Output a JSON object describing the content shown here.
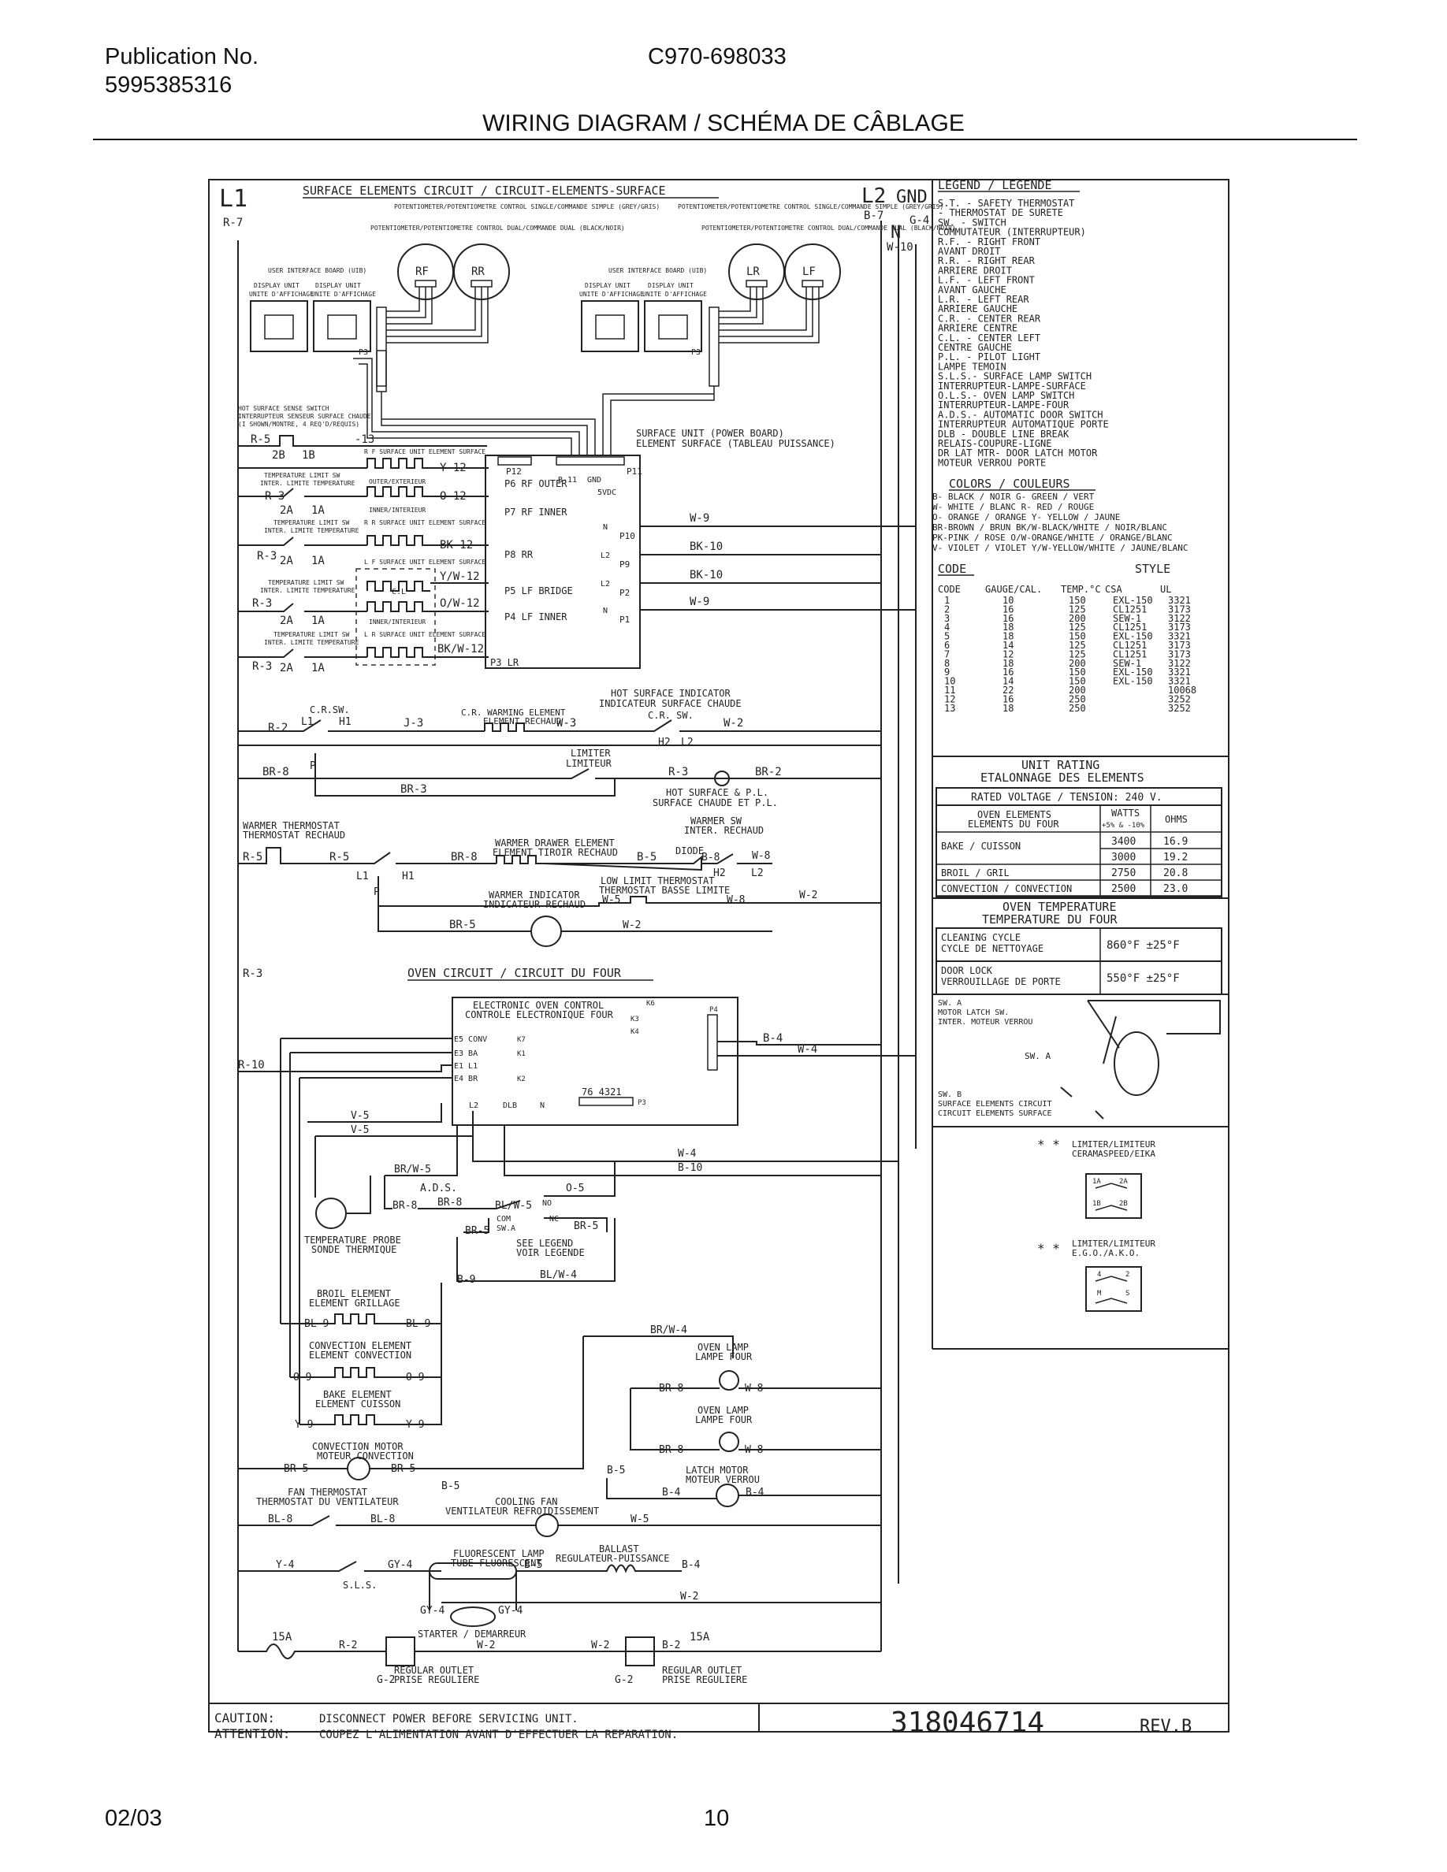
{
  "header": {
    "publication_label": "Publication No.",
    "publication_number": "5995385316",
    "model": "C970-698033",
    "title": "WIRING DIAGRAM / SCHÉMA DE CÂBLAGE"
  },
  "footer": {
    "date": "02/03",
    "page": "10"
  },
  "diagram": {
    "l1": "L1",
    "l2": "L2",
    "gnd": "GND",
    "n": "N",
    "r7": "R-7",
    "b7": "B-7",
    "g4": "G-4",
    "w10": "W-10",
    "surface_title": "SURFACE ELEMENTS CIRCUIT / CIRCUIT-ELEMENTS-SURFACE",
    "pot_single": "POTENTIOMETER/POTENTIOMETRE CONTROL SINGLE/COMMANDE SIMPLE (GREY/GRIS)",
    "pot_dual": "POTENTIOMETER/POTENTIOMETRE CONTROL DUAL/COMMANDE DUAL (BLACK/NOIR)",
    "uib": "USER INTERFACE BOARD (UIB)",
    "display_unit": "DISPLAY UNIT",
    "unite_affichage": "UNITE D'AFFICHAGE",
    "knob_rf": "RF",
    "knob_rr": "RR",
    "knob_lr": "LR",
    "knob_lf": "LF",
    "p3": "P3",
    "hot_sense": "HOT SURFACE SENSE SWITCH",
    "hot_sense_fr": "INTERRUPTEUR SENSEUR SURFACE CHAUDE",
    "hot_sense_note": "(I SHOWN/MONTRE, 4 REQ'D/REQUIS)",
    "r5": "R-5",
    "r3": "R-3",
    "r2": "R-2",
    "r10": "R-10",
    "n13": "-13",
    "t2b": "2B",
    "t1b": "1B",
    "t2a": "2A",
    "t1a": "1A",
    "temp_limit": "TEMPERATURE LIMIT SW",
    "temp_limit_fr": "INTER. LIMITE TEMPERATURE",
    "rf_unit": "R F SURFACE UNIT ELEMENT SURFACE",
    "rr_unit": "R R SURFACE UNIT ELEMENT SURFACE",
    "lf_unit": "L F SURFACE UNIT ELEMENT SURFACE",
    "lr_unit": "L R SURFACE UNIT ELEMENT SURFACE",
    "outer": "OUTER/EXTERIEUR",
    "inner": "INNER/INTERIEUR",
    "cl": "C.L",
    "y12": "Y-12",
    "o12": "O-12",
    "bk12": "BK-12",
    "yw12": "Y/W-12",
    "ow12": "O/W-12",
    "bkw12": "BK/W-12",
    "p12": "P12",
    "p6": "P6 RF OUTER",
    "p7": "P7 RF INNER",
    "p8": "P8 RR",
    "p5": "P5 LF BRIDGE",
    "p4": "P4 LF INNER",
    "p3lr": "P3 LR",
    "b11": "B-11",
    "gnd_small": "GND",
    "vdc": "5VDC",
    "p11": "P11",
    "power_board": "SURFACE UNIT (POWER BOARD)",
    "power_board_fr": "ELEMENT SURFACE (TABLEAU PUISSANCE)",
    "p10": "P10",
    "p9": "P9",
    "p2": "P2",
    "p1": "P1",
    "w9": "W-9",
    "bk10": "BK-10",
    "hot_indicator": "HOT SURFACE INDICATOR",
    "hot_indicator_fr": "INDICATEUR SURFACE CHAUDE",
    "crsw": "C.R.SW.",
    "crsw2": "C.R. SW.",
    "cr_warming": "C.R. WARMING ELEMENT",
    "cr_warming_fr": "ELEMENT RECHAUD",
    "j3": "J-3",
    "w3": "W-3",
    "w2": "W-2",
    "h1": "H1",
    "h2": "H2",
    "l1s": "L1",
    "l2s": "L2",
    "limiter": "LIMITER",
    "limiteur": "LIMITEUR",
    "br8": "BR-8",
    "br3": "BR-3",
    "r3b": "R-3",
    "br2": "BR-2",
    "p_label": "P",
    "hot_pl": "HOT SURFACE & P.L.",
    "hot_pl_fr": "SURFACE CHAUDE ET P.L.",
    "warmer_thermo": "WARMER THERMOSTAT",
    "warmer_thermo_fr": "THERMOSTAT RECHAUD",
    "warmer_sw": "WARMER SW",
    "warmer_sw_fr": "INTER. RECHAUD",
    "warmer_drawer": "WARMER DRAWER ELEMENT",
    "warmer_drawer_fr": "ELEMENT TIROIR RECHAUD",
    "diode": "DIODE",
    "b5": "B-5",
    "b8": "B-8",
    "w8": "W-8",
    "low_limit": "LOW LIMIT THERMOSTAT",
    "low_limit_fr": "THERMOSTAT BASSE LIMITE",
    "w5": "W-5",
    "br5": "BR-5",
    "warmer_ind": "WARMER INDICATOR",
    "warmer_ind_fr": "INDICATEUR RECHAUD",
    "oven_title": "OVEN CIRCUIT / CIRCUIT DU FOUR",
    "eoc": "ELECTRONIC OVEN CONTROL",
    "eoc_fr": "CONTROLE ELECTRONIQUE FOUR",
    "e5": "E5 CONV",
    "e3": "E3 BA",
    "e1": "E1 L1",
    "e4": "E4 BR",
    "k7": "K7",
    "k1": "K1",
    "k2": "K2",
    "k6": "K6",
    "k3": "K3",
    "k4": "K4",
    "p4b": "P4",
    "p3b": "P3",
    "pin_nums": "76 4321",
    "l2b": "L2",
    "dlb": "DLB",
    "nb": "N",
    "b4": "B-4",
    "w4": "W-4",
    "v5": "V-5",
    "b10": "B-10",
    "brw5": "BR/W-5",
    "ads": "A.D.S.",
    "o5": "O-5",
    "blw5": "BL/W-5",
    "no": "NO",
    "nc": "NC",
    "com": "COM",
    "swa": "SW.A",
    "see_legend": "SEE LEGEND",
    "voir_legende": "VOIR LEGENDE",
    "blw4": "BL/W-4",
    "b9": "B-9",
    "temp_probe": "TEMPERATURE PROBE",
    "temp_probe_fr": "SONDE THERMIQUE",
    "broil_el": "BROIL ELEMENT",
    "broil_el_fr": "ELEMENT GRILLAGE",
    "bl9": "BL-9",
    "conv_el": "CONVECTION ELEMENT",
    "conv_el_fr": "ELEMENT CONVECTION",
    "o9": "O-9",
    "bake_el": "BAKE ELEMENT",
    "bake_el_fr": "ELEMENT CUISSON",
    "y9": "Y-9",
    "brw4": "BR/W-4",
    "oven_lamp": "OVEN LAMP",
    "oven_lamp_fr": "LAMPE FOUR",
    "conv_motor": "CONVECTION MOTOR",
    "conv_motor_fr": "MOTEUR CONVECTION",
    "latch_motor": "LATCH MOTOR",
    "latch_motor_fr": "MOTEUR VERROU",
    "fan_thermo": "FAN THERMOSTAT",
    "fan_thermo_fr": "THERMOSTAT DU VENTILATEUR",
    "bl8": "BL-8",
    "cooling_fan": "COOLING FAN",
    "cooling_fan_fr": "VENTILATEUR REFROIDISSEMENT",
    "y4": "Y-4",
    "gy4": "GY-4",
    "sls": "S.L.S.",
    "fluor": "FLUORESCENT LAMP",
    "fluor_fr": "TUBE FLUORESCENT",
    "ballast": "BALLAST",
    "ballast_fr": "REGULATEUR-PUISSANCE",
    "starter": "STARTER / DEMARREUR",
    "a15": "15A",
    "g2": "G-2",
    "b2": "B-2",
    "outlet": "REGULAR OUTLET",
    "outlet_fr": "PRISE REGULIERE",
    "caution": "CAUTION:",
    "caution_text": "DISCONNECT POWER BEFORE SERVICING UNIT.",
    "attention": "ATTENTION:",
    "attention_text": "COUPEZ L'ALIMENTATION AVANT D'EFFECTUER LA REPARATION.",
    "part_number": "318046714",
    "rev": "REV.B"
  },
  "legend": {
    "title": "LEGEND / LEGENDE",
    "items": [
      "S.T.  - SAFETY THERMOSTAT",
      "        - THERMOSTAT DE SURETE",
      "SW.   - SWITCH",
      "        COMMUTATEUR (INTERRUPTEUR)",
      "R.F.  - RIGHT FRONT",
      "        AVANT DROIT",
      "R.R.  - RIGHT REAR",
      "        ARRIERE DROIT",
      "L.F.  - LEFT FRONT",
      "        AVANT GAUCHE",
      "L.R.  - LEFT REAR",
      "        ARRIERE GAUCHE",
      "C.R.  - CENTER REAR",
      "        ARRIERE CENTRE",
      "C.L.  - CENTER LEFT",
      "        CENTRE GAUCHE",
      "P.L.  - PILOT LIGHT",
      "        LAMPE TEMOIN",
      "S.L.S.- SURFACE LAMP SWITCH",
      "        INTERRUPTEUR-LAMPE-SURFACE",
      "O.L.S.- OVEN LAMP SWITCH",
      "        INTERRUPTEUR-LAMPE-FOUR",
      "A.D.S.- AUTOMATIC DOOR SWITCH",
      "        INTERRUPTEUR AUTOMATIQUE PORTE",
      "DLB   - DOUBLE LINE BREAK",
      "        RELAIS-COUPURE-LIGNE",
      "DR LAT MTR- DOOR LATCH MOTOR",
      "        MOTEUR VERROU PORTE"
    ],
    "colors_title": "COLORS / COULEURS",
    "colors": [
      "B- BLACK / NOIR        G- GREEN / VERT",
      "W- WHITE / BLANC       R- RED / ROUGE",
      "O- ORANGE / ORANGE     Y- YELLOW / JAUNE",
      "BR-BROWN / BRUN        BK/W-BLACK/WHITE / NOIR/BLANC",
      "PK-PINK / ROSE         O/W-ORANGE/WHITE / ORANGE/BLANC",
      "V- VIOLET / VIOLET     Y/W-YELLOW/WHITE / JAUNE/BLANC"
    ],
    "code_title": "CODE",
    "style_title": "STYLE",
    "code_headers": [
      "CODE",
      "GAUGE/CAL.",
      "TEMP.°C",
      "CSA",
      "UL"
    ],
    "codes": [
      [
        "1",
        "10",
        "150",
        "EXL-150",
        "3321"
      ],
      [
        "2",
        "16",
        "125",
        "CL1251",
        "3173"
      ],
      [
        "3",
        "16",
        "200",
        "SEW-1",
        "3122"
      ],
      [
        "4",
        "18",
        "125",
        "CL1251",
        "3173"
      ],
      [
        "5",
        "18",
        "150",
        "EXL-150",
        "3321"
      ],
      [
        "6",
        "14",
        "125",
        "CL1251",
        "3173"
      ],
      [
        "7",
        "12",
        "125",
        "CL1251",
        "3173"
      ],
      [
        "8",
        "18",
        "200",
        "SEW-1",
        "3122"
      ],
      [
        "9",
        "16",
        "150",
        "EXL-150",
        "3321"
      ],
      [
        "10",
        "14",
        "150",
        "EXL-150",
        "3321"
      ],
      [
        "11",
        "22",
        "200",
        "",
        "10068"
      ],
      [
        "12",
        "16",
        "250",
        "",
        "3252"
      ],
      [
        "13",
        "18",
        "250",
        "",
        "3252"
      ]
    ]
  },
  "unit_rating": {
    "title": "UNIT RATING",
    "title_fr": "ETALONNAGE DES ELEMENTS",
    "voltage": "RATED VOLTAGE / TENSION: 240 V.",
    "col_elements": "OVEN ELEMENTS",
    "col_elements_fr": "ELEMENTS DU FOUR",
    "col_watts": "WATTS",
    "col_tol": "+5% & -10%",
    "col_ohms": "OHMS",
    "rows": [
      {
        "name": "BAKE / CUISSON",
        "watts": "3400",
        "ohms": "16.9"
      },
      {
        "name": "",
        "watts": "3000",
        "ohms": "19.2"
      },
      {
        "name": "BROIL / GRIL",
        "watts": "2750",
        "ohms": "20.8"
      },
      {
        "name": "CONVECTION / CONVECTION",
        "watts": "2500",
        "ohms": "23.0"
      }
    ]
  },
  "oven_temp": {
    "title": "OVEN TEMPERATURE",
    "title_fr": "TEMPERATURE DU FOUR",
    "cleaning": "CLEANING CYCLE",
    "cleaning_fr": "CYCLE DE NETTOYAGE",
    "cleaning_val": "860°F ±25°F",
    "door_lock": "DOOR LOCK",
    "door_lock_fr": "VERROUILLAGE DE PORTE",
    "door_lock_val": "550°F ±25°F"
  },
  "motor_latch": {
    "swa": "SW. A",
    "motor": "MOTOR LATCH SW.",
    "motor_fr": "INTER. MOTEUR VERROU",
    "swa2": "SW. A",
    "swb": "SW. B",
    "surface": "SURFACE ELEMENTS CIRCUIT",
    "surface_fr": "CIRCUIT ELEMENTS SURFACE"
  },
  "limiters": {
    "lim1": "LIMITER/LIMITEUR",
    "lim1_brand": "CERAMASPEED/EIKA",
    "lim2": "LIMITER/LIMITEUR",
    "lim2_brand": "E.G.O./A.K.O.",
    "stars": "* *",
    "t1a": "1A",
    "t2a": "2A",
    "t1b": "1B",
    "t2b": "2B",
    "t4": "4",
    "t2": "2",
    "tm": "M",
    "t5": "S"
  }
}
